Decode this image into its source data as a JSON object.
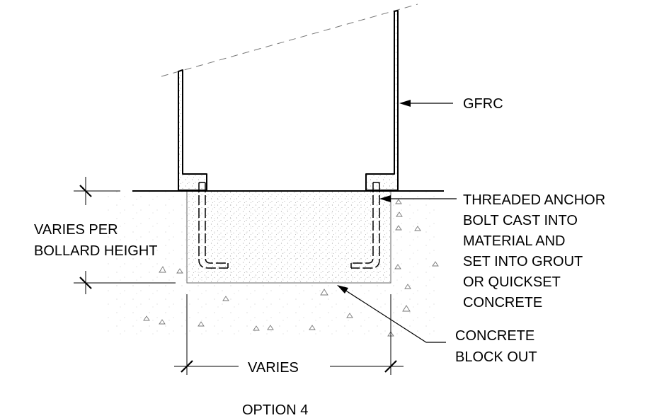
{
  "labels": {
    "material": "GFRC",
    "anchor": [
      "THREADED ANCHOR",
      "BOLT CAST INTO",
      "MATERIAL AND",
      "SET INTO GROUT",
      "OR QUICKSET",
      "CONCRETE"
    ],
    "height": [
      "VARIES PER",
      "BOLLARD HEIGHT"
    ],
    "blockout": [
      "CONCRETE",
      "BLOCK OUT"
    ],
    "width": "VARIES",
    "caption": "OPTION 4"
  }
}
